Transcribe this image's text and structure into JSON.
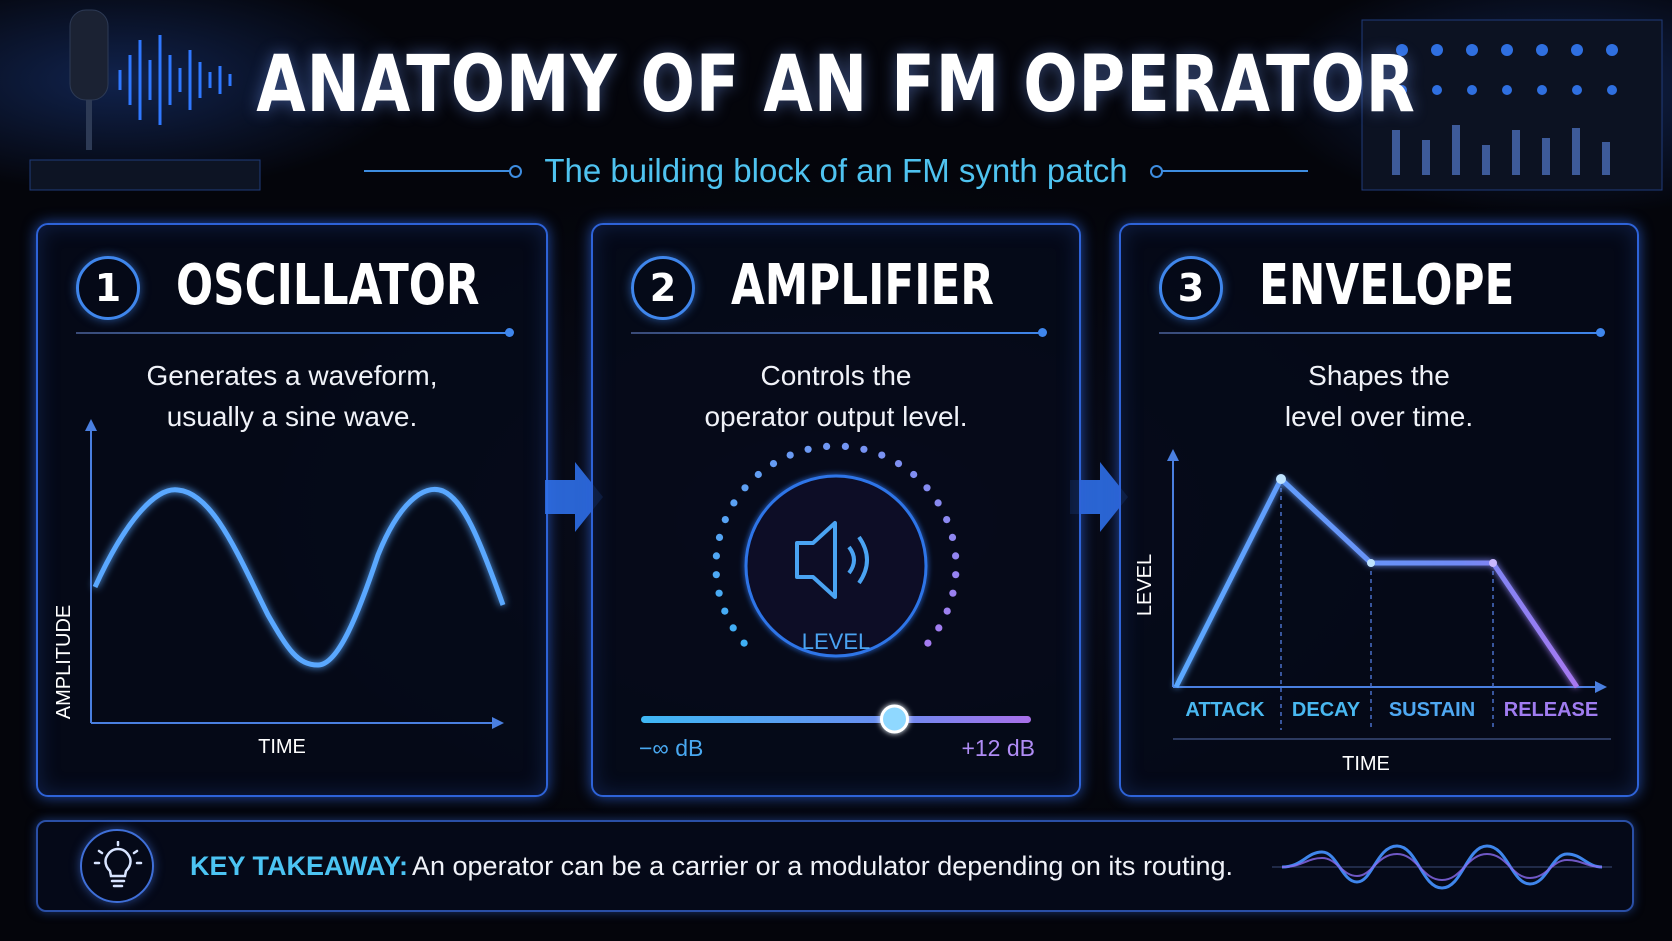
{
  "title": "ANATOMY OF AN FM OPERATOR",
  "subtitle": "The building block of an FM synth patch",
  "panels": [
    {
      "number": "1",
      "heading": "OSCILLATOR",
      "desc_lines": [
        "Generates a waveform,",
        "usually a sine wave."
      ],
      "y_axis": "AMPLITUDE",
      "x_axis": "TIME",
      "icon": "sine-wave-chart"
    },
    {
      "number": "2",
      "heading": "AMPLIFIER",
      "desc_lines": [
        "Controls the",
        "operator output level."
      ],
      "knob_label": "LEVEL",
      "icon": "speaker-icon",
      "slider": {
        "min": "−∞ dB",
        "max": "+12 dB",
        "level": 0.65
      }
    },
    {
      "number": "3",
      "heading": "ENVELOPE",
      "desc_lines": [
        "Shapes the",
        "level over time."
      ],
      "y_axis": "LEVEL",
      "x_axis": "TIME",
      "phases": [
        "ATTACK",
        "DECAY",
        "SUSTAIN",
        "RELEASE"
      ]
    }
  ],
  "takeaway": {
    "label": "KEY TAKEAWAY:",
    "text": "An operator can be a carrier or a modulator depending on its routing.",
    "icon": "lightbulb-icon"
  },
  "colors": {
    "accent_blue": "#3f86ec",
    "cyan": "#4fc3f0",
    "violet": "#b08cf5",
    "background": "#04050b"
  }
}
